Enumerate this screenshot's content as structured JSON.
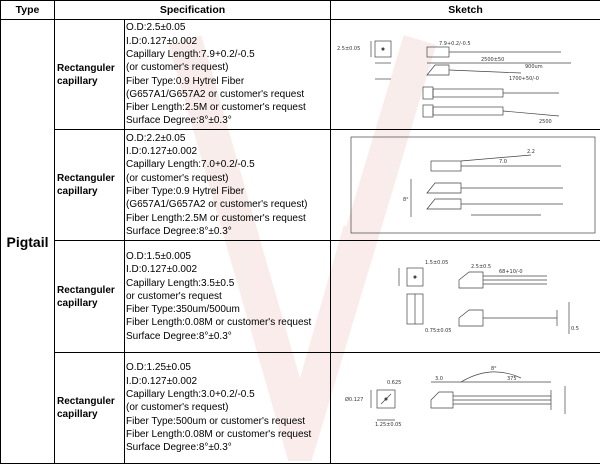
{
  "header": {
    "type": "Type",
    "specification": "Specification",
    "sketch": "Sketch"
  },
  "type_label": "Pigtail",
  "rows": [
    {
      "name": [
        "Rectanguler",
        "capillary"
      ],
      "spec": [
        "O.D:2.5±0.05",
        "I.D:0.127±0.002",
        "Capillary Length:7.9+0.2/-0.5",
        "(or customer's request)",
        "Fiber Type:0.9 Hytrel Fiber",
        "(G657A1/G657A2 or customer's request",
        "Fiber Length:2.5M or customer's request",
        "Surface Degree:8°±0.3°"
      ],
      "sketch_labels": [
        "7.9+0.2/-0.5",
        "2500±50",
        "2.5±0.05",
        "900um",
        "1700+50/-0",
        "2500"
      ]
    },
    {
      "name": [
        "Rectanguler",
        "capillary"
      ],
      "spec": [
        "O.D:2.2±0.05",
        "I.D:0.127±0.002",
        "Capillary Length:7.0+0.2/-0.5",
        "(or customer's request)",
        "Fiber Type:0.9 Hytrel Fiber",
        "(G657A1/G657A2 or customer's request)",
        "Fiber Length:2.5M or customer's request",
        "Surface Degree:8°±0.3°"
      ],
      "sketch_labels": [
        "2.2",
        "7.0",
        "8°"
      ]
    },
    {
      "name": [
        "Rectanguler",
        "capillary"
      ],
      "spec": [
        "O.D:1.5±0.005",
        "I.D:0.127±0.002",
        "Capillary Length:3.5±0.5",
        "or customer's request",
        "Fiber Type:350um/500um",
        "Fiber Length:0.08M or customer's request",
        "Surface Degree:8°±0.3°"
      ],
      "sketch_labels": [
        "1.5±0.05",
        "2.5±0.5",
        "68+10/-0",
        "0.75±0.05",
        "0.5"
      ]
    },
    {
      "name": [
        "Rectanguler",
        "capillary"
      ],
      "spec": [
        "O.D:1.25±0.05",
        "I.D:0.127±0.002",
        "Capillary Length:3.0+0.2/-0.5",
        "(or customer's request)",
        "Fiber Type:500um or customer's request",
        "Fiber Length:0.08M or customer's request",
        "Surface Degree:8°±0.3°"
      ],
      "sketch_labels": [
        "0.625",
        "1.25±0.05",
        "3.0",
        "Ø0.127",
        "375",
        "8°"
      ]
    }
  ]
}
